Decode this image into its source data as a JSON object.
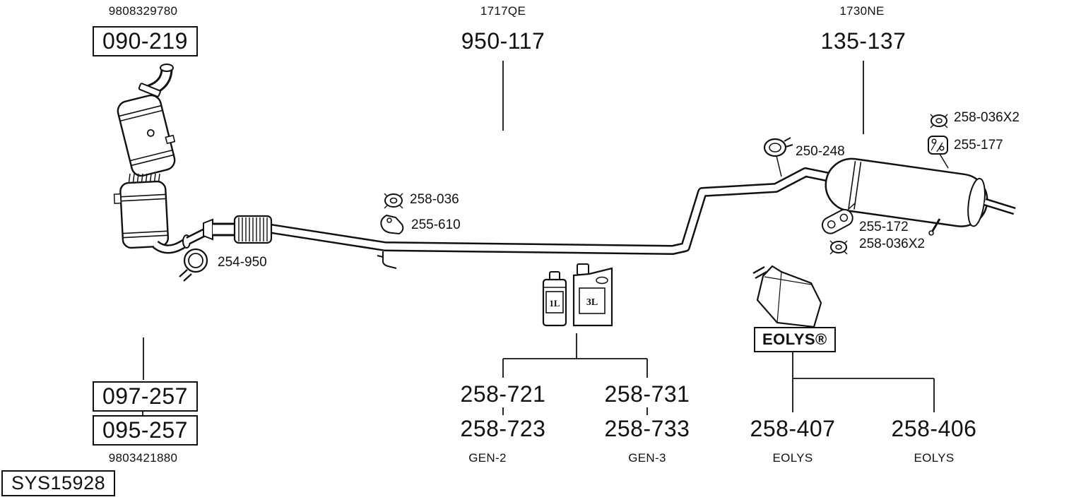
{
  "colors": {
    "background": "#ffffff",
    "line": "#111111"
  },
  "header": {
    "left": {
      "ref_code": "9808329780",
      "part_number": "090-219"
    },
    "center": {
      "ref_code": "1717QE",
      "part_number": "950-117"
    },
    "right": {
      "ref_code": "1730NE",
      "part_number": "135-137"
    }
  },
  "callouts": {
    "front_clamp": "254-950",
    "mid_rubber_mount": "258-036",
    "mid_hanger": "255-610",
    "rear_pipe_clamp": "250-248",
    "rear_rubber_mount_top": "258-036X2",
    "rear_hanger": "255-177",
    "rear_bracket": "255-172",
    "rear_rubber_mount_bottom": "258-036X2"
  },
  "bottom_left": {
    "part_number_top": "097-257",
    "part_number_bottom": "095-257",
    "ref_code": "9803421880",
    "system_code": "SYS15928"
  },
  "additives": {
    "bottle_small_size": "1L",
    "bottle_large_size": "3L",
    "gen2": {
      "part_number_top": "258-721",
      "part_number_bottom": "258-723",
      "variant_label": "GEN-2"
    },
    "gen3": {
      "part_number_top": "258-731",
      "part_number_bottom": "258-733",
      "variant_label": "GEN-3"
    }
  },
  "eolys": {
    "brand_label": "EOLYS®",
    "option_left": {
      "part_number": "258-407",
      "variant_label": "EOLYS"
    },
    "option_right": {
      "part_number": "258-406",
      "variant_label": "EOLYS"
    }
  }
}
